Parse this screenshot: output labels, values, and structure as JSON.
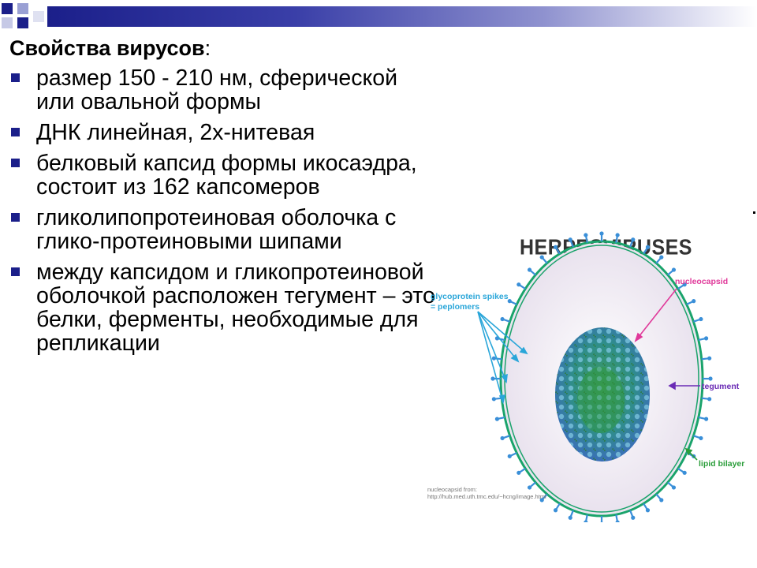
{
  "slide": {
    "title_bold": "Свойства вирусов",
    "title_suffix": ":",
    "bullets": [
      "размер 150 - 210 нм, сферической  или овальной формы",
      "ДНК линейная, 2х-нитевая",
      "белковый капсид формы икосаэдра, состоит из 162 капсомеров",
      "гликолипопротеиновая оболочка с глико-протеиновыми шипами",
      "между капсидом и гликопротеиновой оболочкой расположен тегумент – это белки, ферменты, необходимые для репликации"
    ]
  },
  "figure": {
    "heading": "HERPESVIRUSES",
    "labels": {
      "spikes_line1": "glycoprotein spikes",
      "spikes_line2": "= peplomers",
      "nucleocapsid": "nucleocapsid",
      "tegument": "tegument",
      "lipid_bilayer": "lipid bilayer"
    },
    "credit_line1": "nucleocapsid from:",
    "credit_line2": "http://hub.med.uth.tmc.edu/~hcng/image.html"
  },
  "colors": {
    "accent": "#1b1f8a",
    "membrane": "#1aa36b",
    "spike": "#3a8fd8",
    "arrow_blue": "#2aa6d9",
    "arrow_pink": "#e0399a",
    "arrow_purple": "#6a2bb5",
    "arrow_green": "#2a9d3a"
  }
}
